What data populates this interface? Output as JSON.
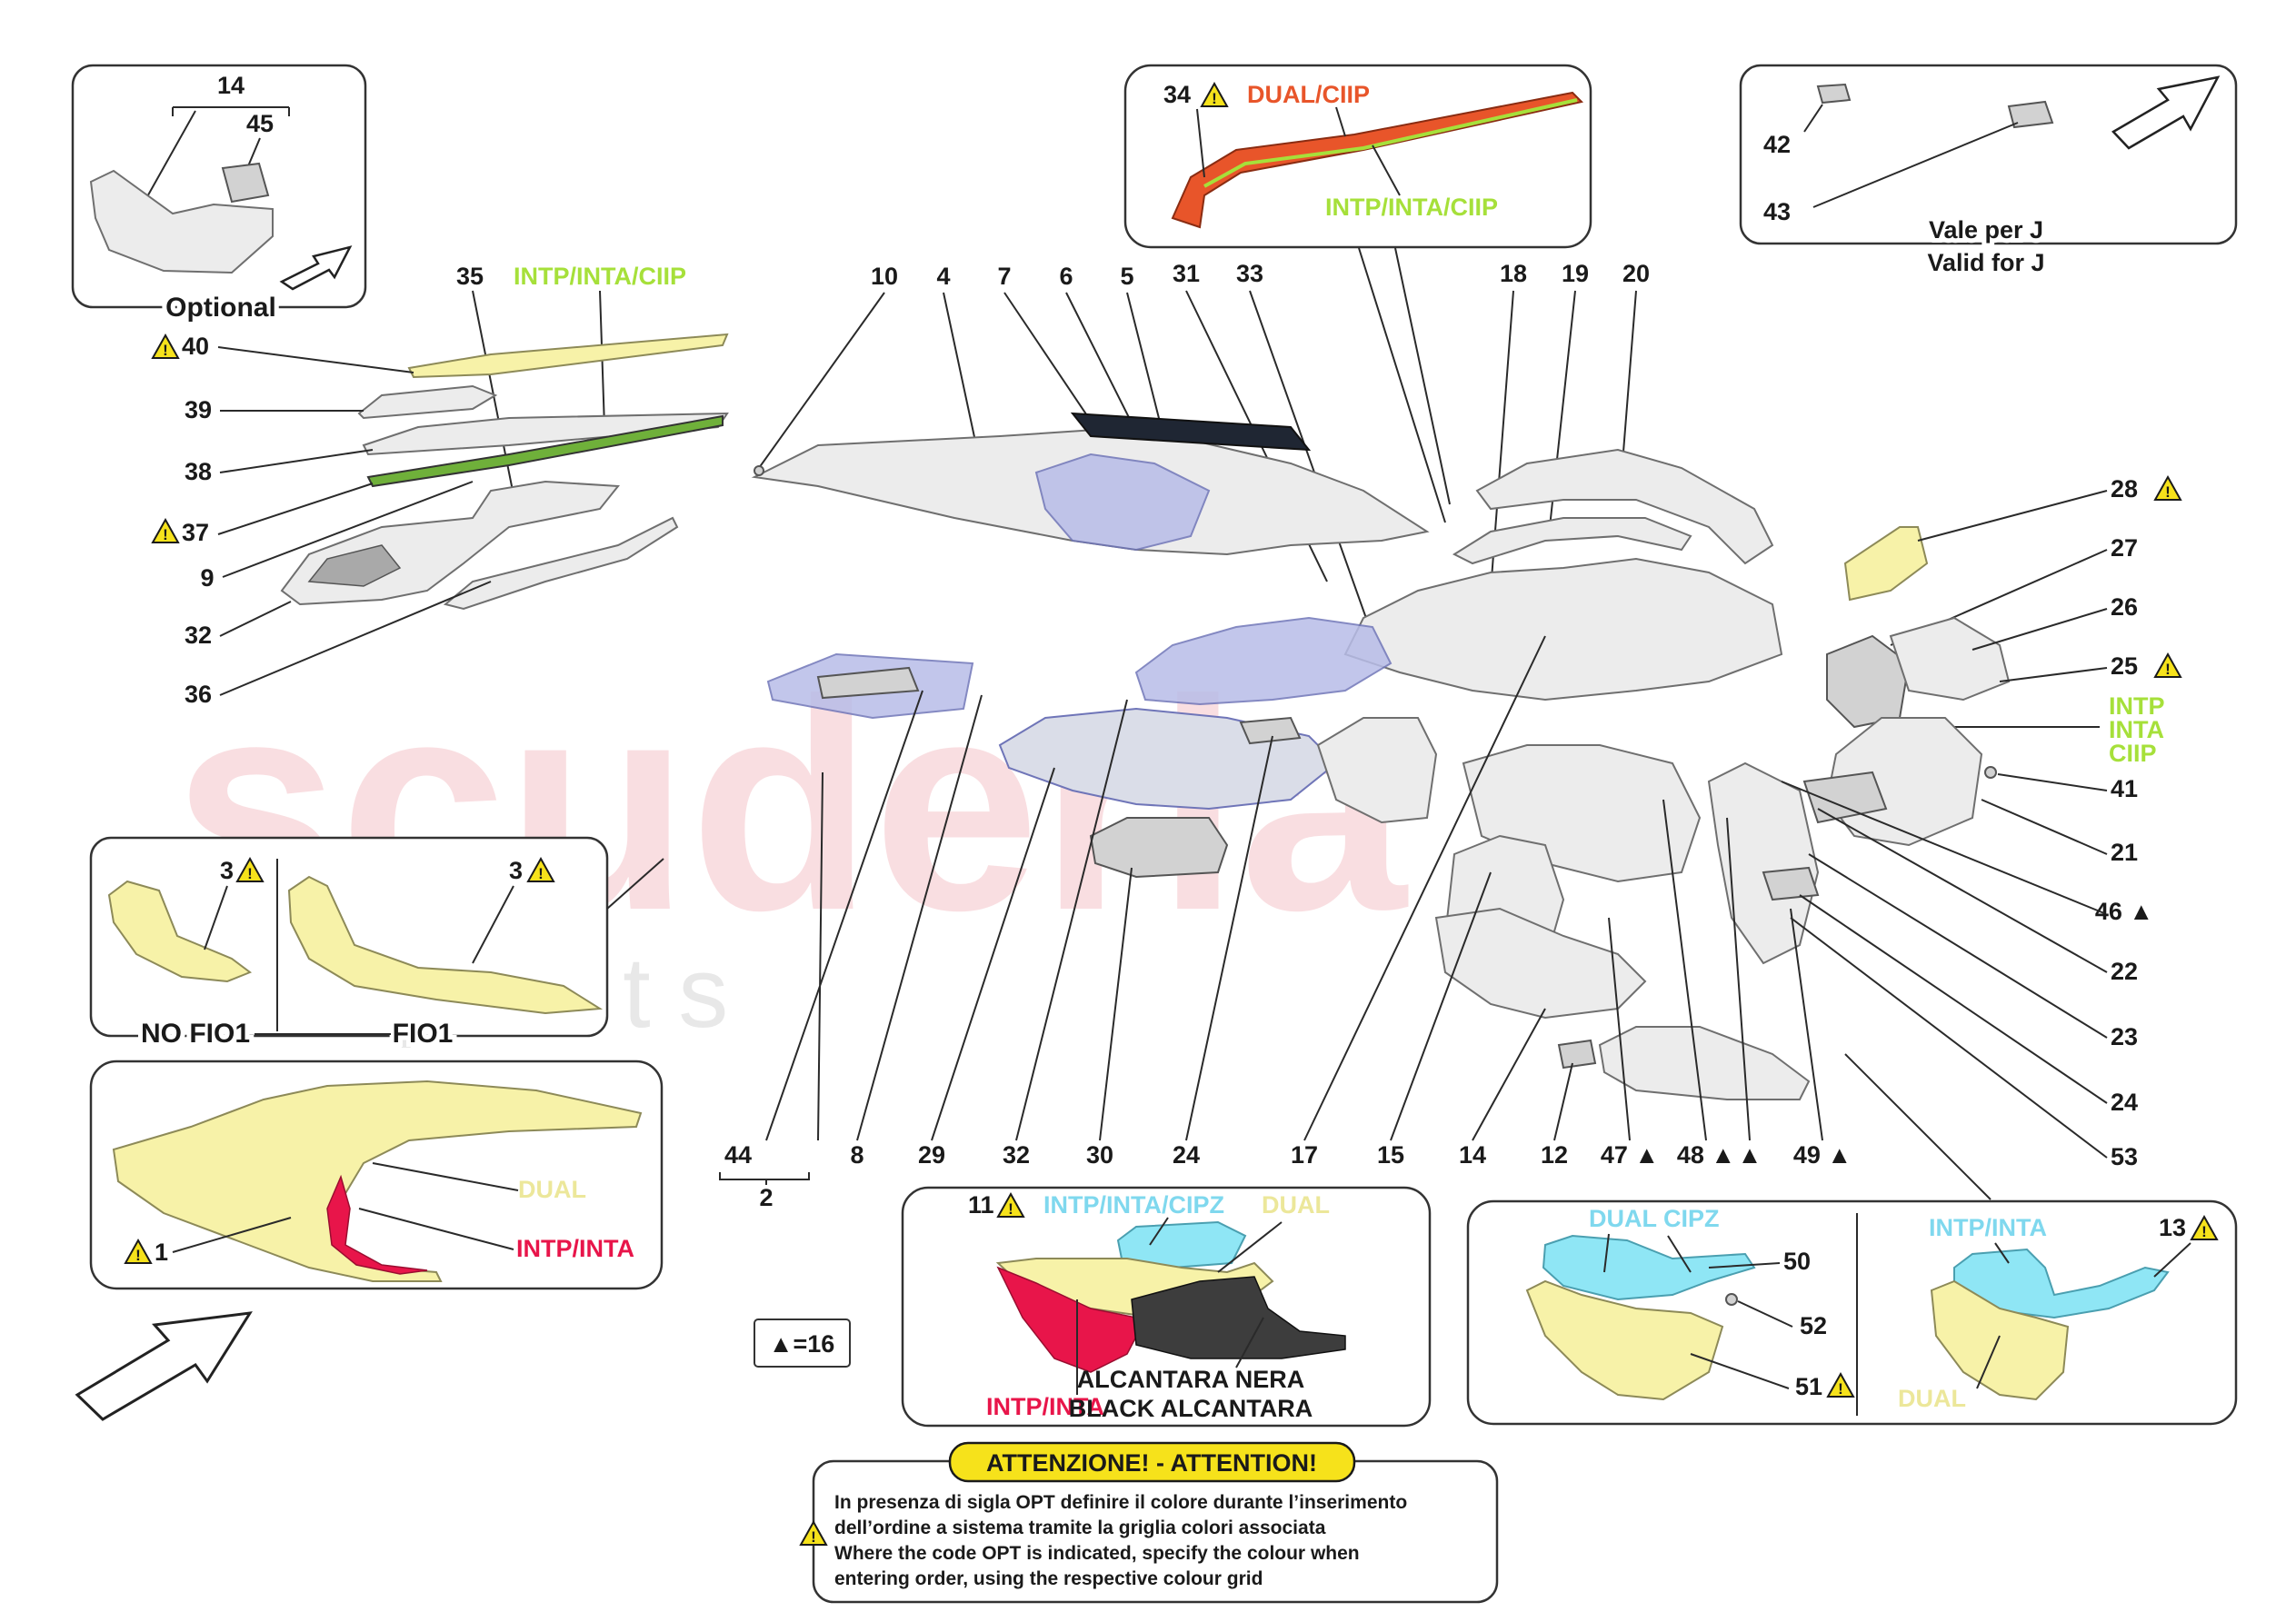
{
  "watermark": {
    "brand": "scuderia",
    "sub": "c a r p a r t s"
  },
  "labels": {
    "n1": "1",
    "n2": "2",
    "n3a": "3",
    "n3b": "3",
    "n4": "4",
    "n5": "5",
    "n6": "6",
    "n7": "7",
    "n8": "8",
    "n9": "9",
    "n10": "10",
    "n11": "11",
    "n12": "12",
    "n13": "13",
    "n14top": "14",
    "n14": "14",
    "n15": "15",
    "n17": "17",
    "n18": "18",
    "n19": "19",
    "n20": "20",
    "n21": "21",
    "n22": "22",
    "n23": "23",
    "n24a": "24",
    "n24b": "24",
    "n25": "25",
    "n26": "26",
    "n27": "27",
    "n28": "28",
    "n29": "29",
    "n30": "30",
    "n31": "31",
    "n32a": "32",
    "n32b": "32",
    "n33": "33",
    "n34": "34",
    "n35": "35",
    "n36": "36",
    "n37": "37",
    "n38": "38",
    "n39": "39",
    "n40": "40",
    "n41": "41",
    "n42": "42",
    "n43": "43",
    "n44": "44",
    "n45": "45",
    "n46": "46 ▲",
    "n47": "47 ▲",
    "n48": "48 ▲",
    "n48b": "▲",
    "n49": "49 ▲",
    "n50": "50",
    "n51": "51",
    "n52": "52",
    "n53": "53"
  },
  "inset_text": {
    "optional": "Optional",
    "valid_it": "Vale per J",
    "valid_en": "Valid for J",
    "no_fio1": "NO  FIO1",
    "fio1": "FIO1",
    "dual": "DUAL",
    "intp_inta": "INTP/INTA",
    "dual_ciip": "DUAL/CIIP",
    "intp_inta_ciip": "INTP/INTA/CIIP",
    "intp_inta_ciip_top": "INTP/INTA/CIIP",
    "intp_inta_cipz": "INTP/INTA/CIPZ",
    "dual_b": "DUAL",
    "intp_inta_b": "INTP/INTA",
    "alcantara_it": "ALCANTARA NERA",
    "alcantara_en": "BLACK ALCANTARA",
    "dual_cipz": "DUAL  CIPZ",
    "intp_inta_c": "INTP/INTA",
    "dual_c": "DUAL",
    "intp": "INTP",
    "inta": "INTA",
    "ciip": "CIIP",
    "triangle_note": "▲=16"
  },
  "attention": {
    "heading": "ATTENZIONE! - ATTENTION!",
    "line1": "In presenza di sigla OPT definire il colore durante l’inserimento",
    "line2": "dell’ordine a sistema tramite la griglia colori associata",
    "line3": "Where the code OPT is indicated, specify the colour when",
    "line4": "entering order, using the respective colour grid"
  },
  "colors": {
    "warning": "#f6e21b",
    "orange": "#e8552a",
    "green": "#a6e03a",
    "red": "#e8154a",
    "cyan": "#8fe6f5",
    "cyan_text": "#7fd8ee",
    "yellow": "#f7f2a8",
    "yellow_text": "#ece79a"
  }
}
